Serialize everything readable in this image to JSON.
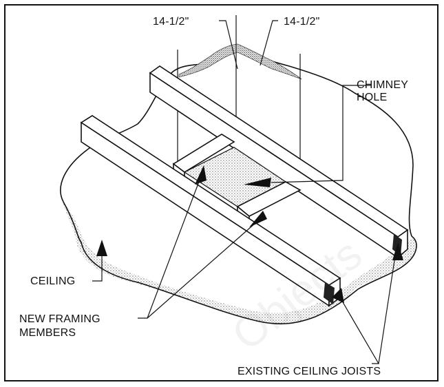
{
  "labels": {
    "dim_left": "14-1/2\"",
    "dim_right": "14-1/2\"",
    "chimney_line1": "CHIMNEY",
    "chimney_line2": "HOLE",
    "ceiling": "CEILING",
    "framing_line1": "NEW FRAMING",
    "framing_line2": "MEMBERS",
    "joists": "EXISTING CEILING JOISTS"
  },
  "colors": {
    "ink": "#111111",
    "stipple": "#888888",
    "background": "#ffffff"
  },
  "watermark": "Objects"
}
